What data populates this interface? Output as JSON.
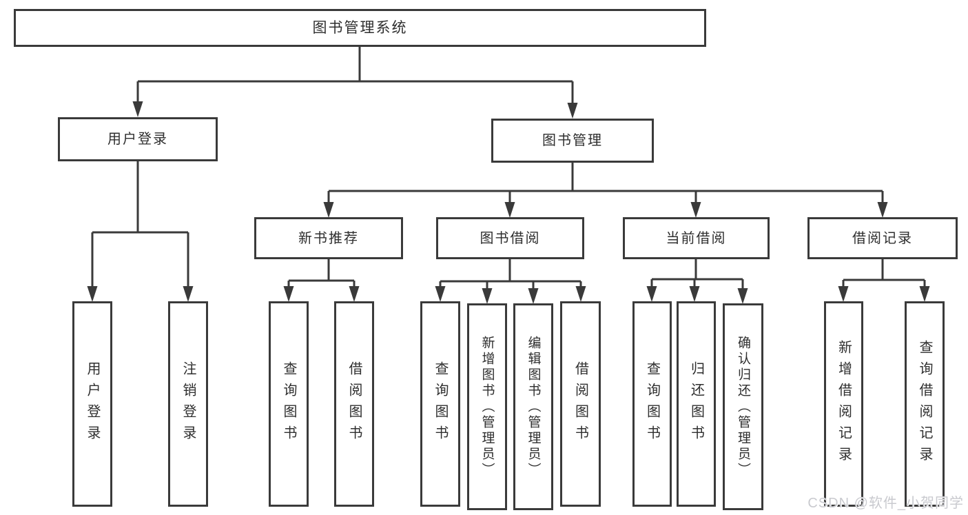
{
  "diagram": {
    "type": "hierarchy-tree",
    "colors": {
      "background": "#ffffff",
      "line": "#3a3a3a",
      "box_border": "#3a3a3a",
      "text": "#2e2e2e",
      "watermark": "#c9cacf"
    },
    "nodes": {
      "root": {
        "label": "图书管理系统"
      },
      "login": {
        "label": "用户登录"
      },
      "manage": {
        "label": "图书管理"
      },
      "recommend": {
        "label": "新书推荐"
      },
      "borrow": {
        "label": "图书借阅"
      },
      "current": {
        "label": "当前借阅"
      },
      "records": {
        "label": "借阅记录"
      },
      "leaf_login": {
        "label": "用户登录"
      },
      "leaf_logout": {
        "label": "注销登录"
      },
      "rec_query": {
        "label": "查询图书"
      },
      "rec_borrow": {
        "label": "借阅图书"
      },
      "bor_query": {
        "label": "查询图书"
      },
      "bor_add": {
        "label": "新增图书（管理员）"
      },
      "bor_edit": {
        "label": "编辑图书（管理员）"
      },
      "bor_borrow": {
        "label": "借阅图书"
      },
      "cur_query": {
        "label": "查询图书"
      },
      "cur_return": {
        "label": "归还图书"
      },
      "cur_confirm": {
        "label": "确认归还（管理员）"
      },
      "recx_add": {
        "label": "新增借阅记录"
      },
      "recx_query": {
        "label": "查询借阅记录"
      }
    },
    "edges": [
      [
        "root",
        "login"
      ],
      [
        "root",
        "manage"
      ],
      [
        "login",
        "leaf_login"
      ],
      [
        "login",
        "leaf_logout"
      ],
      [
        "manage",
        "recommend"
      ],
      [
        "manage",
        "borrow"
      ],
      [
        "manage",
        "current"
      ],
      [
        "manage",
        "records"
      ],
      [
        "recommend",
        "rec_query"
      ],
      [
        "recommend",
        "rec_borrow"
      ],
      [
        "borrow",
        "bor_query"
      ],
      [
        "borrow",
        "bor_add"
      ],
      [
        "borrow",
        "bor_edit"
      ],
      [
        "borrow",
        "bor_borrow"
      ],
      [
        "current",
        "cur_query"
      ],
      [
        "current",
        "cur_return"
      ],
      [
        "current",
        "cur_confirm"
      ],
      [
        "records",
        "recx_add"
      ],
      [
        "records",
        "recx_query"
      ]
    ]
  },
  "watermark": {
    "text": "CSDN @软件_小贺同学"
  }
}
